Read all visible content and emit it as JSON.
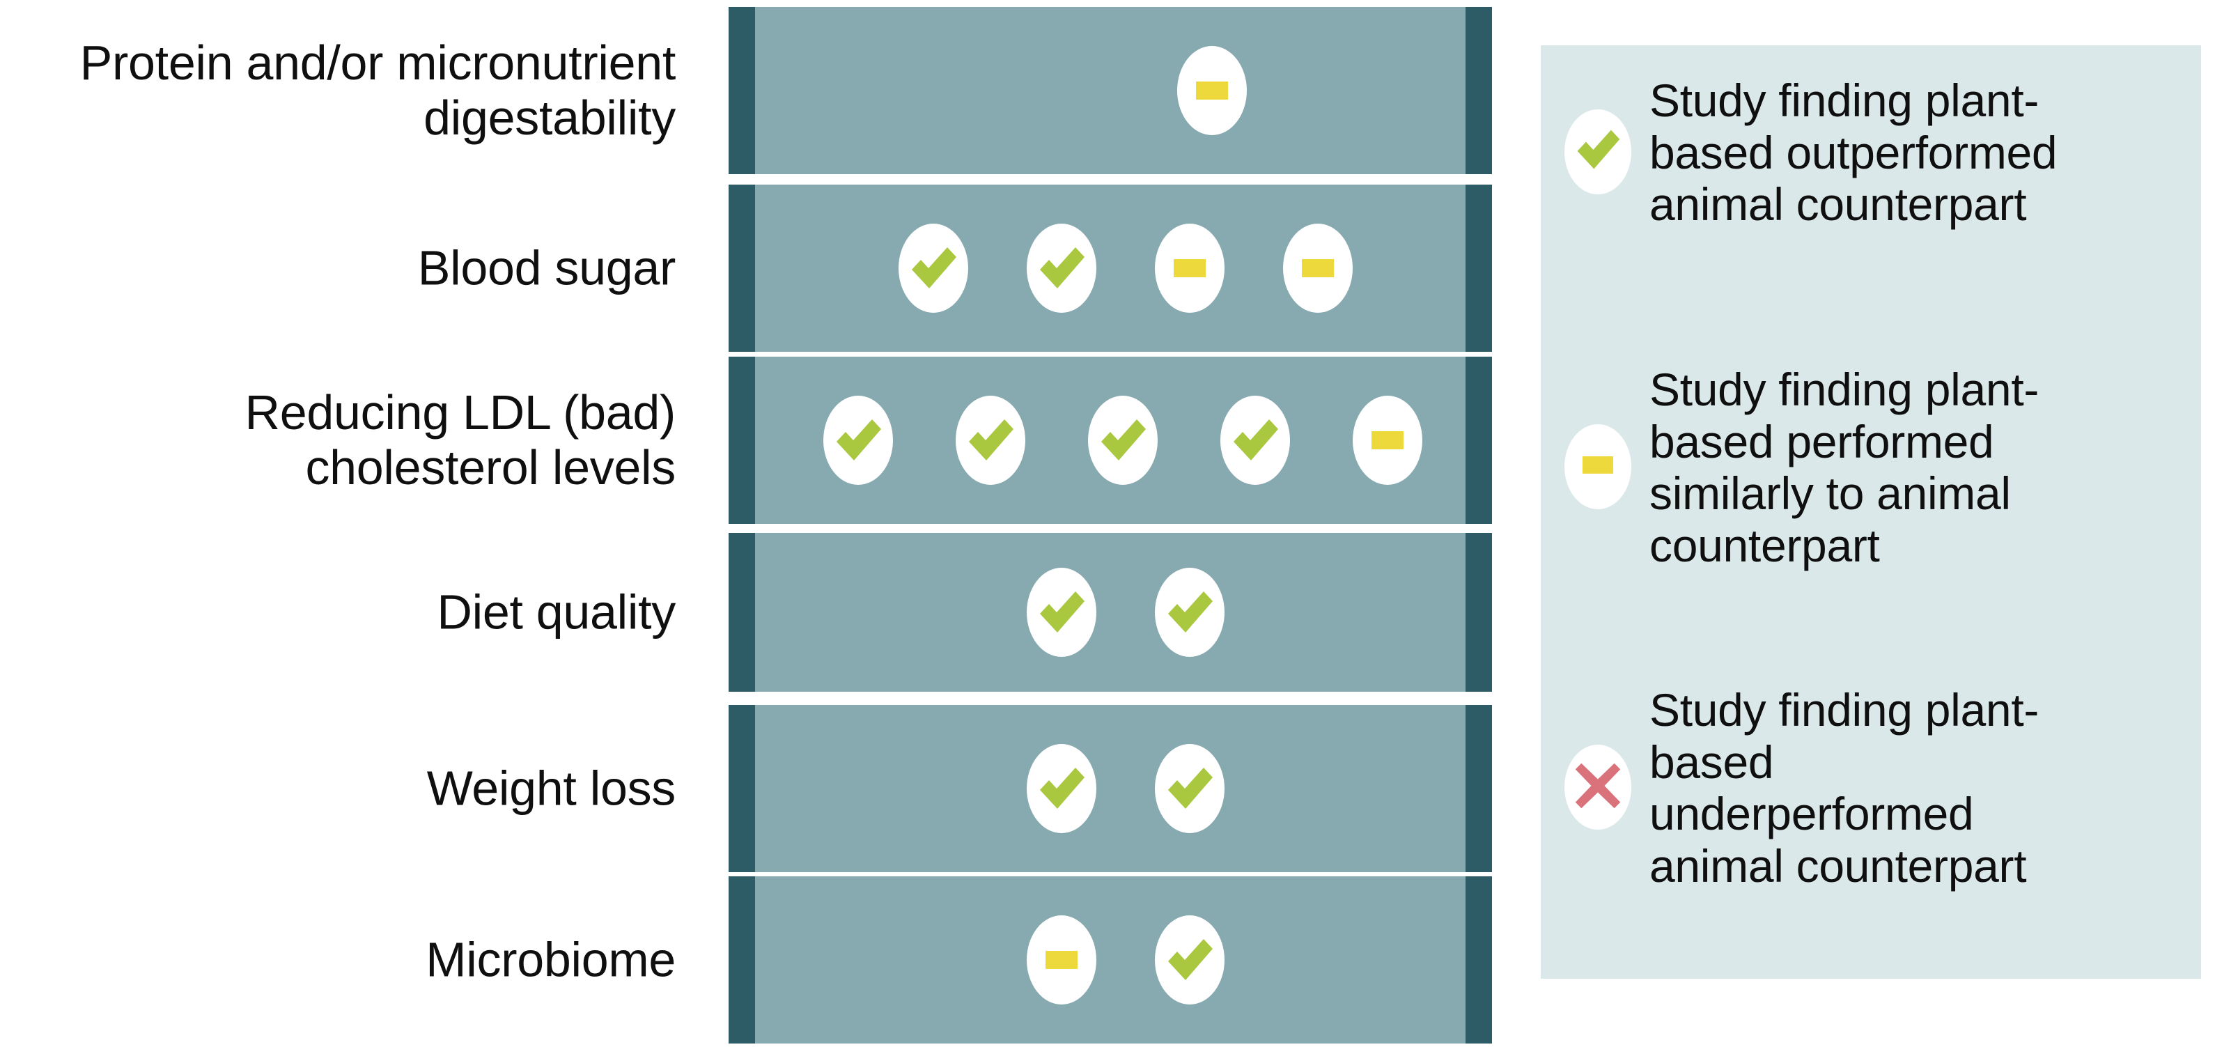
{
  "chart_data": {
    "type": "table",
    "title": "",
    "categories": [
      "Protein and/or micronutrient\ndigestability",
      "Blood sugar",
      "Reducing LDL (bad)\ncholesterol levels",
      "Diet quality",
      "Weight loss",
      "Microbiome"
    ],
    "icon_legend": {
      "check": "Study finding plant-based outperformed animal counterpart",
      "dash": "Study finding plant-based performed similarly to animal counterpart",
      "cross": "Study finding plant-based underperformed animal counterpart"
    },
    "series": [
      {
        "name": "Protein and/or micronutrient digestability",
        "icons": [
          "dash"
        ],
        "check_count": 0,
        "dash_count": 1,
        "cross_count": 0,
        "total": 1
      },
      {
        "name": "Blood sugar",
        "icons": [
          "check",
          "check",
          "dash",
          "dash"
        ],
        "check_count": 2,
        "dash_count": 2,
        "cross_count": 0,
        "total": 4
      },
      {
        "name": "Reducing LDL (bad) cholesterol levels",
        "icons": [
          "check",
          "check",
          "check",
          "check",
          "dash"
        ],
        "check_count": 4,
        "dash_count": 1,
        "cross_count": 0,
        "total": 5
      },
      {
        "name": "Diet quality",
        "icons": [
          "check",
          "check"
        ],
        "check_count": 2,
        "dash_count": 0,
        "cross_count": 0,
        "total": 2
      },
      {
        "name": "Weight loss",
        "icons": [
          "check",
          "check"
        ],
        "check_count": 2,
        "dash_count": 0,
        "cross_count": 0,
        "total": 2
      },
      {
        "name": "Microbiome",
        "icons": [
          "dash",
          "check"
        ],
        "check_count": 1,
        "dash_count": 1,
        "cross_count": 0,
        "total": 2
      }
    ],
    "xlabel": "",
    "ylabel": "",
    "grid": false,
    "legend_position": "right"
  },
  "rows": [
    {
      "label": "Protein and/or micronutrient\ndigestability",
      "icons": [
        "dash"
      ],
      "icon_x": [
        1740
      ]
    },
    {
      "label": "Blood sugar",
      "icons": [
        "check",
        "check",
        "dash",
        "dash"
      ],
      "icon_x": [
        1340,
        1524,
        1708,
        1892
      ]
    },
    {
      "label": "Reducing LDL (bad)\ncholesterol levels",
      "icons": [
        "check",
        "check",
        "check",
        "check",
        "dash"
      ],
      "icon_x": [
        1232,
        1422,
        1612,
        1802,
        1992
      ]
    },
    {
      "label": "Diet quality",
      "icons": [
        "check",
        "check"
      ],
      "icon_x": [
        1524,
        1708
      ]
    },
    {
      "label": "Weight loss",
      "icons": [
        "check",
        "check"
      ],
      "icon_x": [
        1524,
        1708
      ]
    },
    {
      "label": "Microbiome",
      "icons": [
        "dash",
        "check"
      ],
      "icon_x": [
        1524,
        1708
      ]
    }
  ],
  "legend": {
    "items": [
      {
        "icon": "check",
        "text": "Study finding plant-\nbased outperformed\nanimal counterpart"
      },
      {
        "icon": "dash",
        "text": "Study finding plant-\nbased performed\nsimilarly to  animal\ncounterpart"
      },
      {
        "icon": "cross",
        "text": "Study finding plant-\nbased\nunderperformed\nanimal counterpart"
      }
    ]
  },
  "colors": {
    "bar_cap": "#2d5b66",
    "bar_mid": "#87a9b0",
    "pill_background": "#ffffff",
    "check_green": "#a9c83f",
    "dash_yellow": "#edd93c",
    "cross_red": "#d9727a",
    "legend_background": "#dbe8ea",
    "page_background": "#ffffff",
    "text": "#0f0f0f"
  }
}
